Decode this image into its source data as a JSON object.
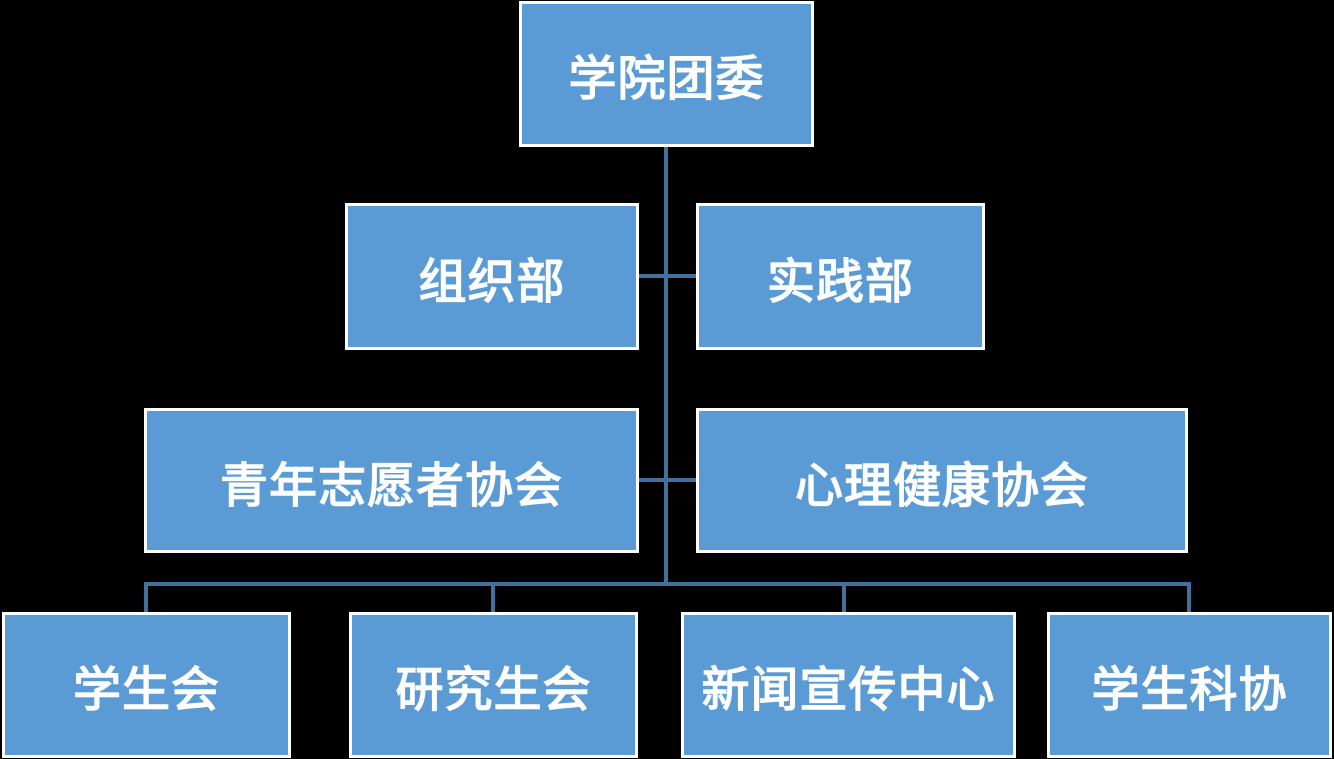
{
  "chart": {
    "type": "org-chart",
    "colors": {
      "background": "#000000",
      "node_fill": "#5B9BD5",
      "node_border": "#FFFFFF",
      "connector": "#41719C",
      "text": "#FFFFFF"
    },
    "nodes": {
      "root": {
        "label": "学院团委",
        "level": 0
      },
      "org": {
        "label": "组织部",
        "level": 1
      },
      "practice": {
        "label": "实践部",
        "level": 1
      },
      "volunteer": {
        "label": "青年志愿者协会",
        "level": 2
      },
      "mental": {
        "label": "心理健康协会",
        "level": 2
      },
      "student": {
        "label": "学生会",
        "level": 3
      },
      "graduate": {
        "label": "研究生会",
        "level": 3
      },
      "news": {
        "label": "新闻宣传中心",
        "level": 3
      },
      "science": {
        "label": "学生科协",
        "level": 3
      }
    },
    "hierarchy": {
      "root": "学院团委",
      "children": [
        "组织部",
        "实践部",
        "青年志愿者协会",
        "心理健康协会",
        "学生会",
        "研究生会",
        "新闻宣传中心",
        "学生科协"
      ]
    }
  }
}
